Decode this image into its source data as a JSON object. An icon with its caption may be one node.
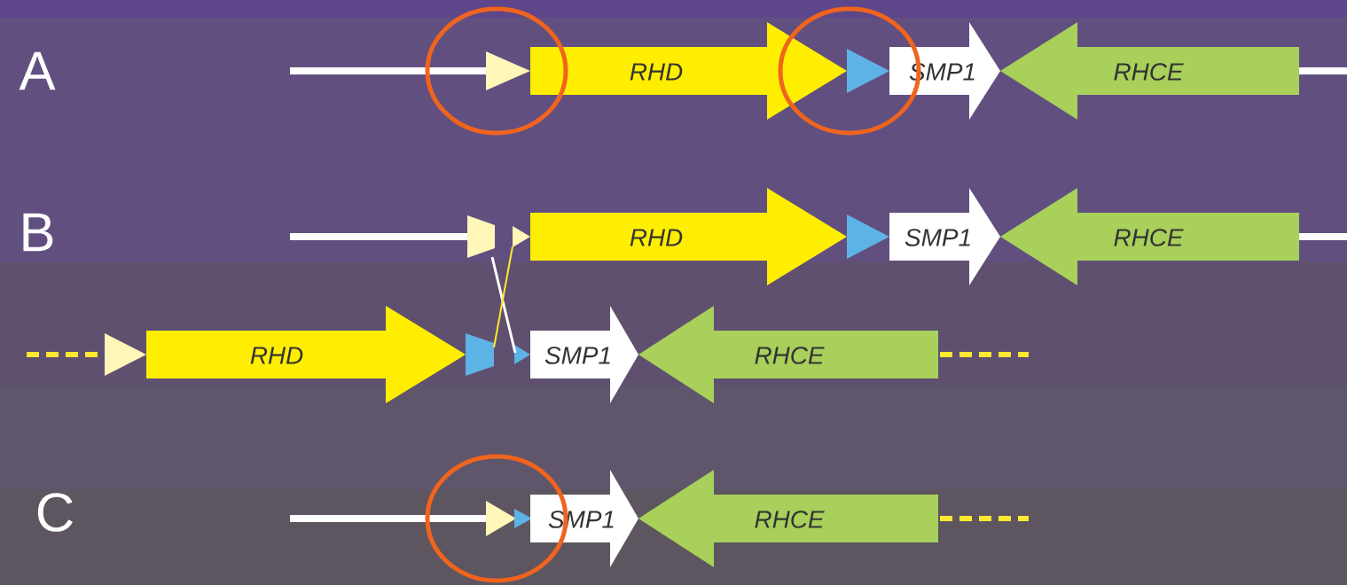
{
  "diagram": {
    "nodes": [
      {
        "text": [
          "RHD"
        ]
      },
      {
        "text": [
          "SMP1"
        ]
      },
      {
        "text": [
          "RHCE"
        ]
      },
      {
        "text": [
          "RHD"
        ]
      },
      {
        "text": [
          "SMP1"
        ]
      },
      {
        "text": [
          "RHCE"
        ]
      },
      {
        "text": [
          "RHD"
        ]
      },
      {
        "text": [
          "SMP1"
        ]
      },
      {
        "text": [
          "RHCE"
        ]
      },
      {
        "text": [
          "SMP1"
        ]
      },
      {
        "text": [
          "RHCE"
        ]
      }
    ],
    "labels": [
      "A",
      "B",
      "C"
    ]
  }
}
